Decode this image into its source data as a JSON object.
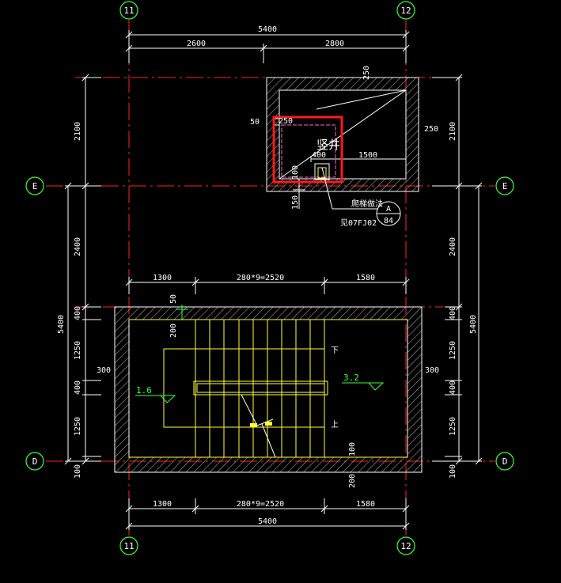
{
  "axes": {
    "col_11": "11",
    "col_12": "12",
    "row_E": "E",
    "row_D": "D"
  },
  "top_dims": {
    "total": "5400",
    "left": "2600",
    "right": "2800"
  },
  "shaft": {
    "label": "竖井",
    "dim_250_top": "250",
    "dim_250_right": "250",
    "dim_50": "50",
    "dim_250_inner": "250",
    "dim_400": "400",
    "dim_1500": "1500",
    "dim_100": "100",
    "dim_150": "150",
    "note": "爬梯做法",
    "ref": "见07FJ02",
    "detail_top": "A",
    "detail_bottom": "84"
  },
  "left_dims_upper": {
    "d2100": "2100",
    "d2400": "2400",
    "d5400": "5400"
  },
  "right_dims_upper": {
    "d2100": "2100",
    "d2400": "2400",
    "d5400": "5400"
  },
  "stair_top_dims": {
    "left": "1300",
    "mid": "280*9=2520",
    "right": "1580"
  },
  "stair_bottom_dims": {
    "left": "1300",
    "mid": "280*9=2520",
    "right": "1580",
    "total": "5400"
  },
  "stair_side_dims": {
    "d400a": "400",
    "d1250a": "1250",
    "d400b": "400",
    "d1250b": "1250",
    "d100": "100",
    "d300": "300"
  },
  "stair_misc": {
    "d50": "50",
    "d200_top": "200",
    "d100_bot": "100",
    "d200_bot": "200",
    "down": "下",
    "up": "上",
    "level_left": "1.6",
    "level_right": "3.2"
  },
  "colors": {
    "background": "#000000",
    "axis_line": "#ff2020",
    "wall": "#ffffff",
    "stair": "#ffff33",
    "axis_bubble": "#39ff3a",
    "shaft_outline": "#ff1a1a",
    "dimension": "#ffffff"
  }
}
